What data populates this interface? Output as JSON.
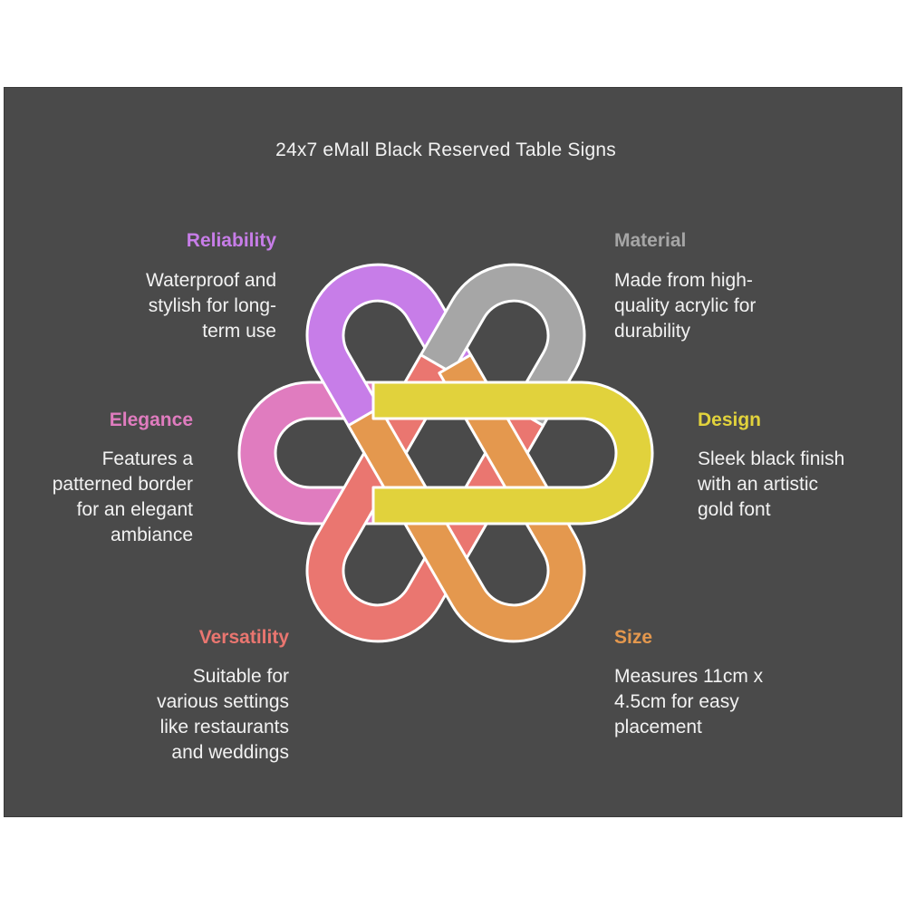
{
  "title": "24x7 eMall Black Reserved Table Signs",
  "colors": {
    "background": "#4a4a4a",
    "reliability": "#c77de8",
    "material": "#a6a6a6",
    "design": "#e1d23c",
    "size": "#e4984e",
    "versatility": "#ea7670",
    "elegance": "#e07cbf"
  },
  "features": {
    "reliability": {
      "label": "Reliability",
      "desc": [
        "Waterproof and",
        "stylish for long-",
        "term use"
      ]
    },
    "material": {
      "label": "Material",
      "desc": [
        "Made from high-",
        "quality acrylic for",
        "durability"
      ]
    },
    "elegance": {
      "label": "Elegance",
      "desc": [
        "Features a",
        "patterned border",
        "for an elegant",
        "ambiance"
      ]
    },
    "design": {
      "label": "Design",
      "desc": [
        "Sleek black finish",
        "with an artistic",
        "gold font"
      ]
    },
    "versatility": {
      "label": "Versatility",
      "desc": [
        "Suitable for",
        "various settings",
        "like restaurants",
        "and weddings"
      ]
    },
    "size": {
      "label": "Size",
      "desc": [
        "Measures 11cm x",
        "4.5cm for easy",
        "placement"
      ]
    }
  }
}
